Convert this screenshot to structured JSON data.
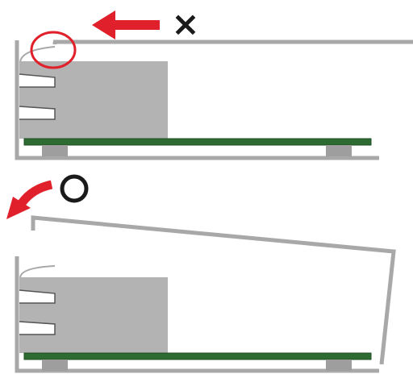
{
  "steps": [
    {
      "id": "wrong",
      "mark": "×",
      "mark_meaning": "incorrect",
      "arrow_direction": "left",
      "arrow_icon": "straight-arrow-left-icon",
      "highlight_icon": "circle-highlight-icon"
    },
    {
      "id": "correct",
      "mark": "○",
      "mark_meaning": "correct",
      "arrow_direction": "curved-down-left",
      "arrow_icon": "curved-arrow-icon"
    }
  ],
  "colors": {
    "arrow": "#e0202a",
    "highlight": "#e0202a",
    "mark": "#1a1a1a",
    "frame": "#a8a8a8",
    "component": "#b3b3b3",
    "board": "#2e6b30",
    "board_edge": "#1f4d22",
    "feet": "#9e9e9e"
  }
}
